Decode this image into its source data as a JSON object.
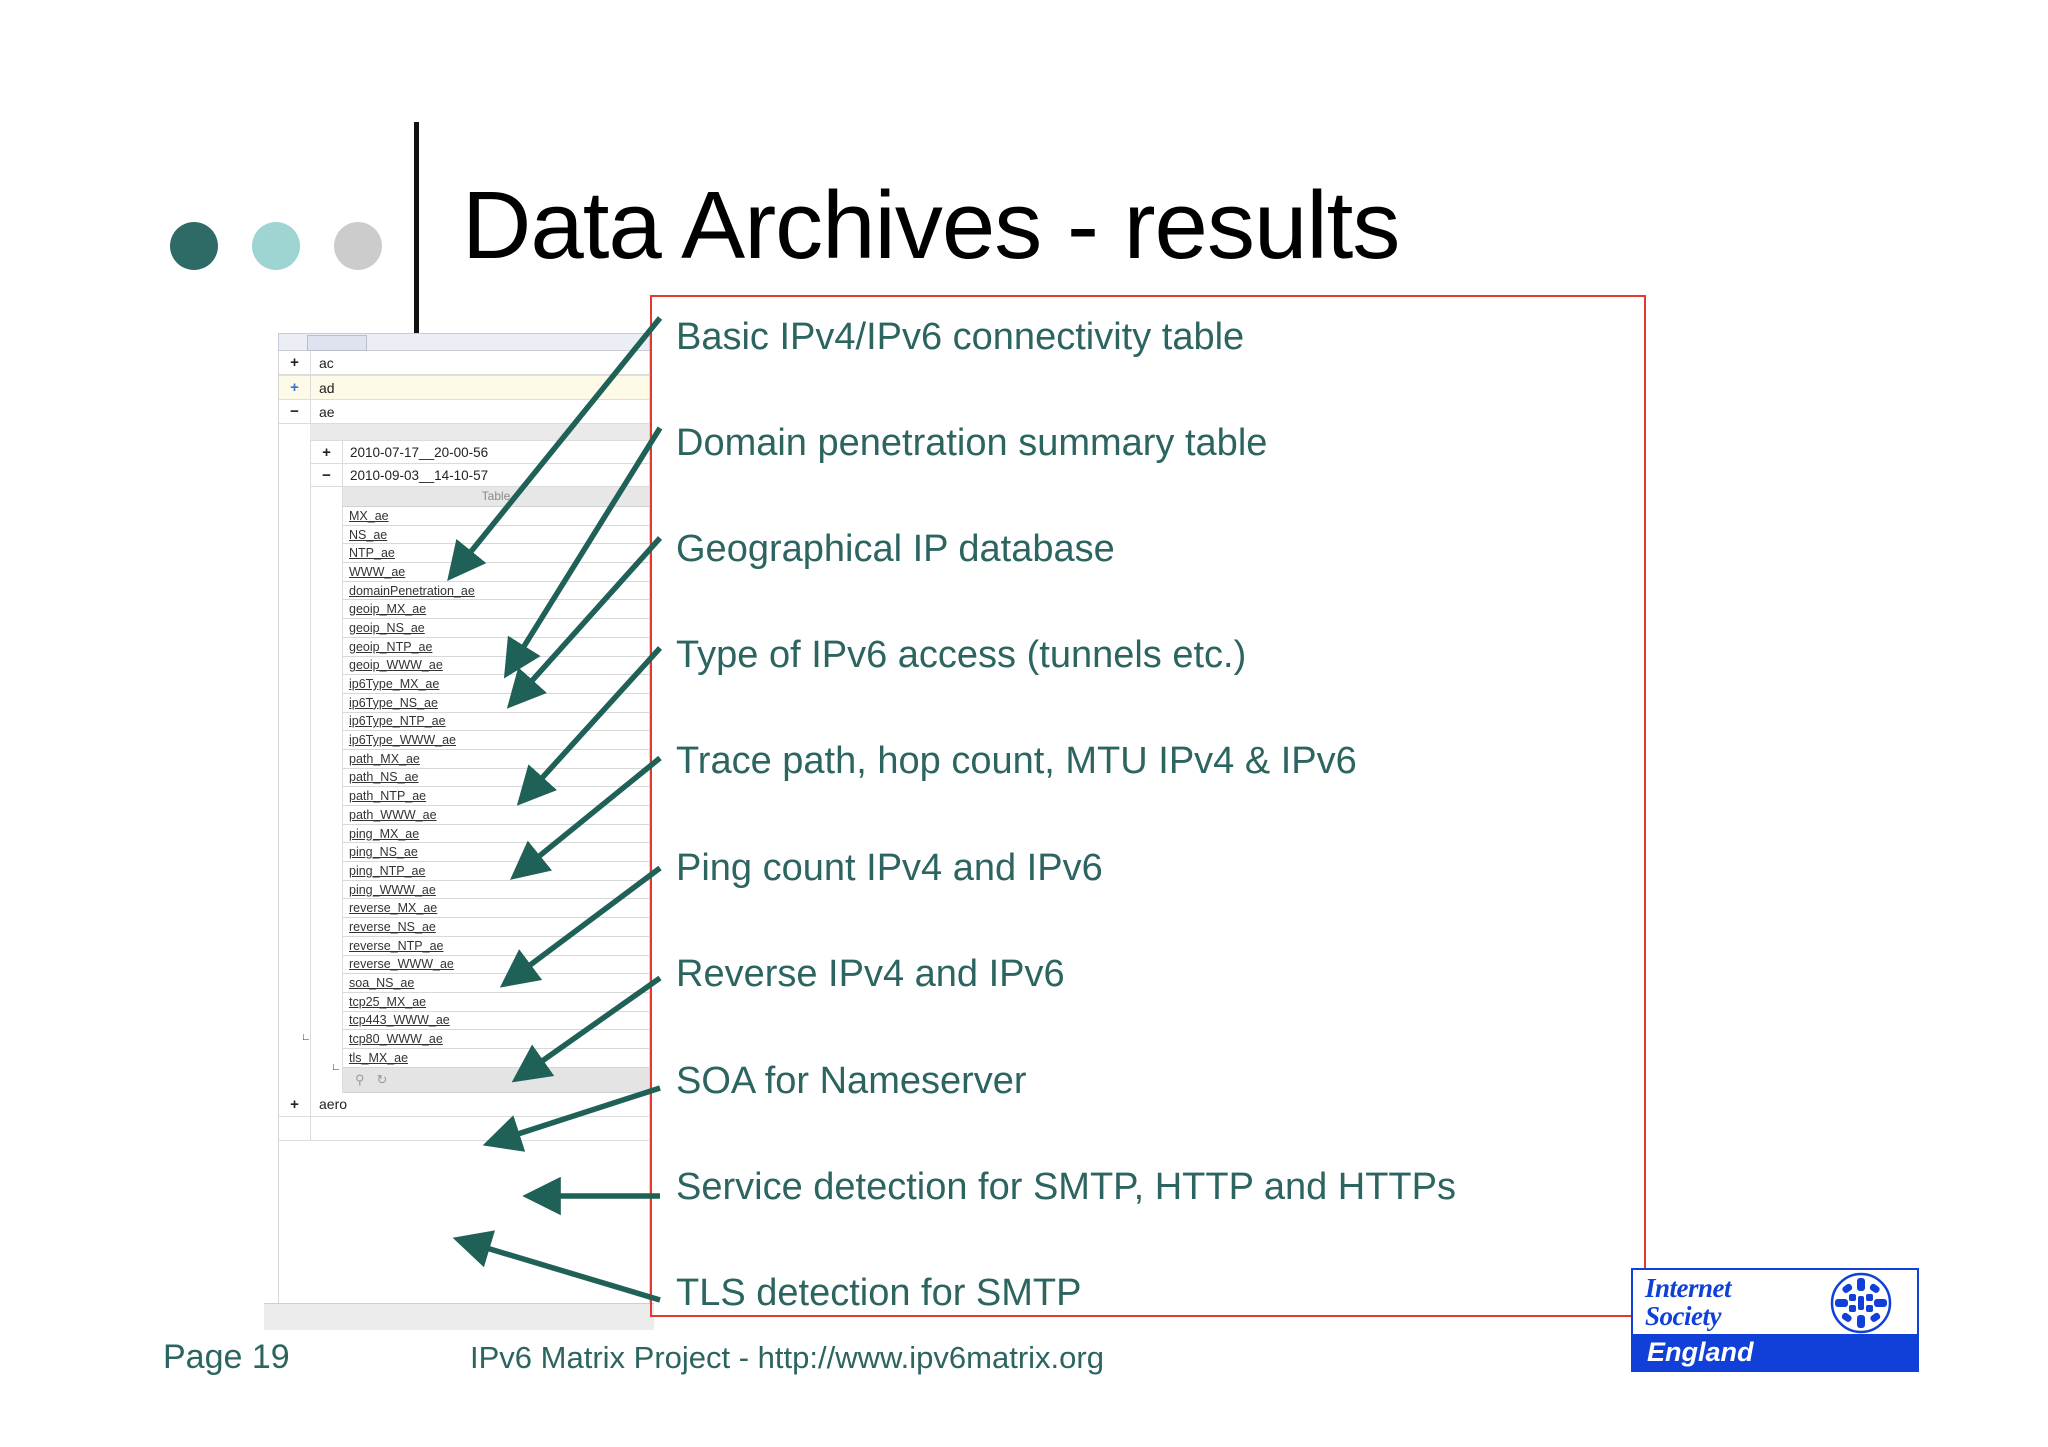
{
  "slide": {
    "title": "Data Archives - results",
    "page_number": "Page 19",
    "footer": "IPv6 Matrix Project - http://www.ipv6matrix.org",
    "accent_dark": "#2f6b66",
    "accent_light": "#9ed4d2",
    "accent_gray": "#cccccc",
    "callout_border_color": "#e23a30",
    "text_color": "#2c6460",
    "arrow_color": "#1f6057"
  },
  "descriptions": [
    {
      "label": "Basic IPv4/IPv6 connectivity table"
    },
    {
      "label": "Domain penetration summary table"
    },
    {
      "label": "Geographical IP database"
    },
    {
      "label": "Type of IPv6 access (tunnels etc.)"
    },
    {
      "label": "Trace path, hop count, MTU IPv4 & IPv6"
    },
    {
      "label": "Ping count IPv4 and IPv6"
    },
    {
      "label": "Reverse IPv4 and IPv6"
    },
    {
      "label": "SOA for Nameserver"
    },
    {
      "label": "Service detection for SMTP, HTTP and HTTPs"
    },
    {
      "label": "TLS detection for SMTP"
    }
  ],
  "screenshot": {
    "tab_label": "",
    "top_level": [
      {
        "toggle": "+",
        "label": "ac",
        "highlight": false,
        "toggle_blue": false
      },
      {
        "toggle": "+",
        "label": "ad",
        "highlight": true,
        "toggle_blue": true
      },
      {
        "toggle": "−",
        "label": "ae",
        "highlight": false,
        "toggle_blue": false
      }
    ],
    "archives": [
      {
        "toggle": "+",
        "label": "2010-07-17__20-00-56"
      },
      {
        "toggle": "−",
        "label": "2010-09-03__14-10-57"
      }
    ],
    "table_column_header": "Table",
    "tables": [
      "MX_ae",
      "NS_ae",
      "NTP_ae",
      "WWW_ae",
      "domainPenetration_ae",
      "geoip_MX_ae",
      "geoip_NS_ae",
      "geoip_NTP_ae",
      "geoip_WWW_ae",
      "ip6Type_MX_ae",
      "ip6Type_NS_ae",
      "ip6Type_NTP_ae",
      "ip6Type_WWW_ae",
      "path_MX_ae",
      "path_NS_ae",
      "path_NTP_ae",
      "path_WWW_ae",
      "ping_MX_ae",
      "ping_NS_ae",
      "ping_NTP_ae",
      "ping_WWW_ae",
      "reverse_MX_ae",
      "reverse_NS_ae",
      "reverse_NTP_ae",
      "reverse_WWW_ae",
      "soa_NS_ae",
      "tcp25_MX_ae",
      "tcp443_WWW_ae",
      "tcp80_WWW_ae",
      "tls_MX_ae"
    ],
    "tools": {
      "search_icon": "search-icon",
      "refresh_icon": "refresh-icon"
    },
    "bottom_level": [
      {
        "toggle": "+",
        "label": "aero"
      }
    ]
  },
  "logo": {
    "line1": "Internet",
    "line2": "Society",
    "line3": "England",
    "color": "#1140d8"
  }
}
